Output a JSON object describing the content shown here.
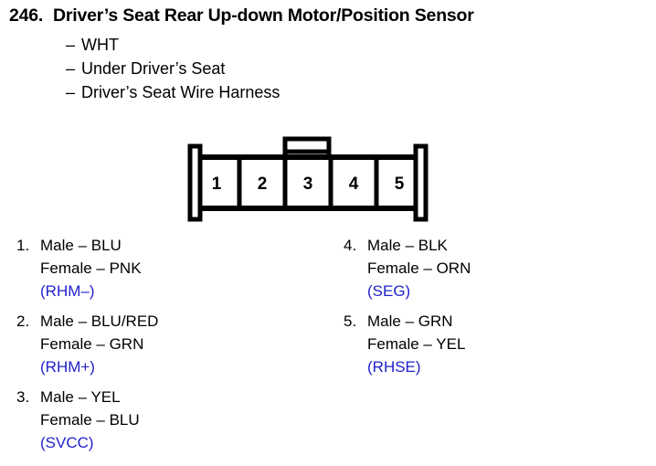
{
  "header": {
    "number": "246.",
    "title": "Driver’s Seat Rear Up-down Motor/Position Sensor",
    "details": [
      {
        "dash": "–",
        "text": "WHT"
      },
      {
        "dash": "–",
        "text": "Under Driver’s Seat"
      },
      {
        "dash": "–",
        "text": "Driver’s Seat Wire Harness"
      }
    ]
  },
  "connector": {
    "pin_count": 5,
    "pin_labels": [
      "1",
      "2",
      "3",
      "4",
      "5"
    ],
    "has_top_tab": true,
    "line_color": "#000000",
    "fill_color": "#ffffff"
  },
  "signal_color": "#2222CC",
  "pins": {
    "left_column": [
      {
        "index": "1.",
        "male": "Male – BLU",
        "female": "Female – PNK",
        "signal": "(RHM–)"
      },
      {
        "index": "2.",
        "male": "Male – BLU/RED",
        "female": "Female – GRN",
        "signal": "(RHM+)"
      },
      {
        "index": "3.",
        "male": "Male – YEL",
        "female": "Female – BLU",
        "signal": "(SVCC)"
      }
    ],
    "right_column": [
      {
        "index": "4.",
        "male": "Male – BLK",
        "female": "Female – ORN",
        "signal": "(SEG)"
      },
      {
        "index": "5.",
        "male": "Male – GRN",
        "female": "Female – YEL",
        "signal": "(RHSE)"
      }
    ]
  }
}
